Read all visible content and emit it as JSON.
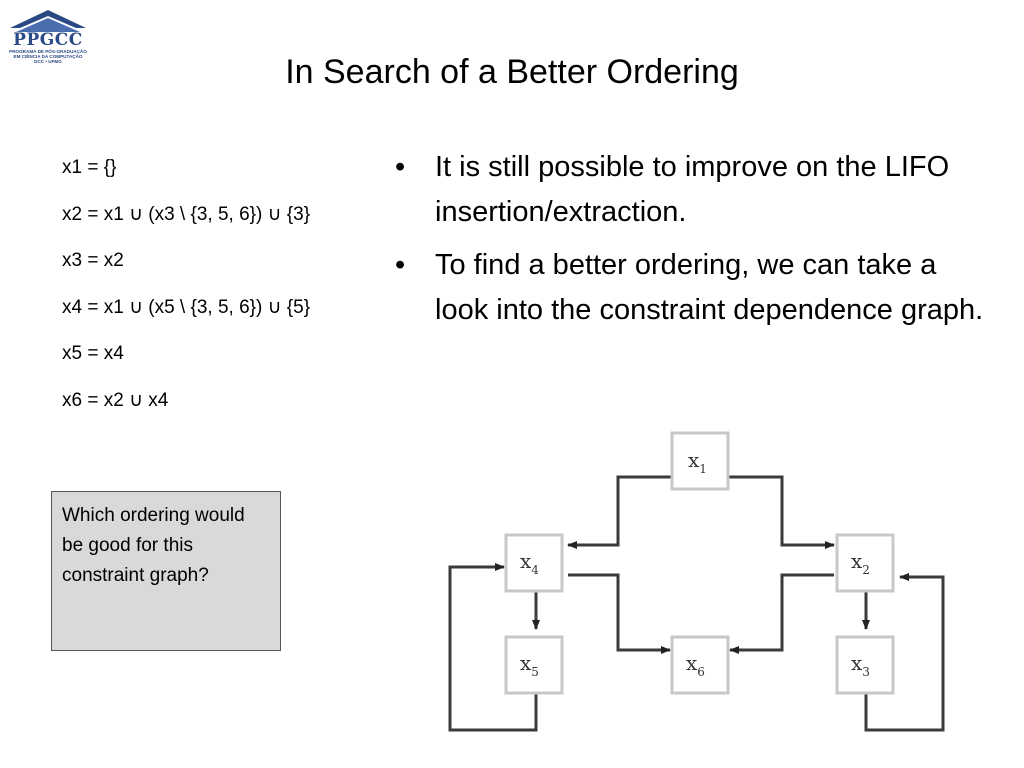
{
  "logo": {
    "name": "PPGCC",
    "subtitle_lines": [
      "PROGRAMA DE PÓS-GRADUAÇÃO",
      "EM CIÊNCIA DA COMPUTAÇÃO",
      "DCC • UFMG"
    ]
  },
  "title": "In Search of a Better Ordering",
  "equations": [
    "x1 = {}",
    "x2 = x1 ∪ (x3 \\ {3, 5, 6}) ∪ {3}",
    "x3 = x2",
    "x4 = x1 ∪ (x5 \\ {3, 5, 6}) ∪ {5}",
    "x5 = x4",
    "x6 = x2 ∪ x4"
  ],
  "bullets": [
    "It is still possible to improve on the LIFO insertion/extraction.",
    "To find a better ordering, we can take a look into the constraint dependence graph."
  ],
  "bullet_symbol": "•",
  "question_box": "Which ordering would be good for this constraint graph?",
  "graph": {
    "node_base": "x",
    "nodes": {
      "x1": "1",
      "x2": "2",
      "x3": "3",
      "x4": "4",
      "x5": "5",
      "x6": "6"
    }
  }
}
